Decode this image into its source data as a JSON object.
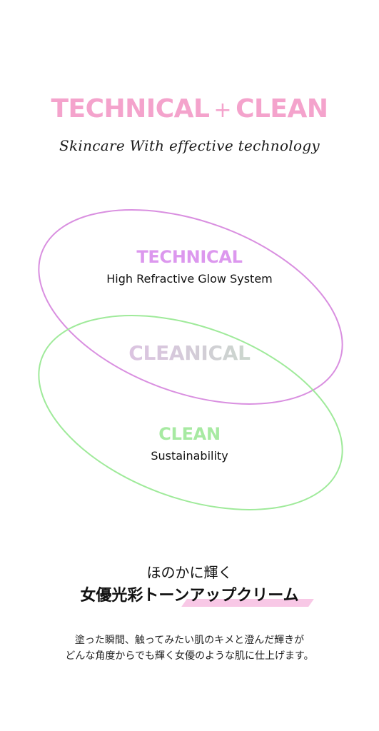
{
  "headline": {
    "left": "TECHNICAL",
    "plus": "+",
    "right": "CLEAN",
    "color": "#f4a3cc"
  },
  "tagline": "Skincare With effective technology",
  "technical": {
    "title": "TECHNICAL",
    "subtitle": "High Refractive Glow System",
    "color": "#dc98ee"
  },
  "cleanical": {
    "title": "CLEANICAL"
  },
  "clean": {
    "title": "CLEAN",
    "subtitle": "Sustainability",
    "color": "#a7eaa2"
  },
  "ring_colors": {
    "top": "#d98fe0",
    "bottom": "#9fea9a"
  },
  "jp": {
    "small": "ほのかに輝く",
    "bold": "女優光彩トーンアップクリーム",
    "highlight": "#f8c8e6",
    "body_line1": "塗った瞬間、触ってみたい肌のキメと澄んだ輝きが",
    "body_line2": "どんな角度からでも輝く女優のような肌に仕上げます。"
  }
}
